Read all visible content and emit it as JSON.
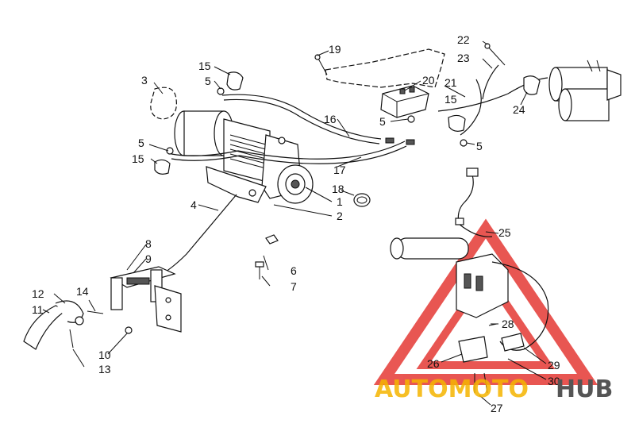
{
  "diagram": {
    "callouts": [
      {
        "id": "c1",
        "text": "1"
      },
      {
        "id": "c2",
        "text": "2"
      },
      {
        "id": "c3",
        "text": "3"
      },
      {
        "id": "c4",
        "text": "4"
      },
      {
        "id": "c5a",
        "text": "5"
      },
      {
        "id": "c5b",
        "text": "5"
      },
      {
        "id": "c5c",
        "text": "5"
      },
      {
        "id": "c5d",
        "text": "5"
      },
      {
        "id": "c6",
        "text": "6"
      },
      {
        "id": "c7",
        "text": "7"
      },
      {
        "id": "c8",
        "text": "8"
      },
      {
        "id": "c9",
        "text": "9"
      },
      {
        "id": "c10",
        "text": "10"
      },
      {
        "id": "c11",
        "text": "11"
      },
      {
        "id": "c12",
        "text": "12"
      },
      {
        "id": "c13",
        "text": "13"
      },
      {
        "id": "c14",
        "text": "14"
      },
      {
        "id": "c15a",
        "text": "15"
      },
      {
        "id": "c15b",
        "text": "15"
      },
      {
        "id": "c15c",
        "text": "15"
      },
      {
        "id": "c16",
        "text": "16"
      },
      {
        "id": "c17",
        "text": "17"
      },
      {
        "id": "c18",
        "text": "18"
      },
      {
        "id": "c19",
        "text": "19"
      },
      {
        "id": "c20",
        "text": "20"
      },
      {
        "id": "c21",
        "text": "21"
      },
      {
        "id": "c22",
        "text": "22"
      },
      {
        "id": "c23",
        "text": "23"
      },
      {
        "id": "c24",
        "text": "24"
      },
      {
        "id": "c25",
        "text": "25"
      },
      {
        "id": "c26",
        "text": "26"
      },
      {
        "id": "c27",
        "text": "27"
      },
      {
        "id": "c28",
        "text": "28"
      },
      {
        "id": "c29",
        "text": "29"
      },
      {
        "id": "c30",
        "text": "30"
      }
    ]
  },
  "watermark": {
    "part1": "AUTOMOTO",
    "part2": "HUB",
    "color_primary": "#f5b400",
    "color_secondary": "#555555",
    "triangle_color": "#e53935"
  }
}
